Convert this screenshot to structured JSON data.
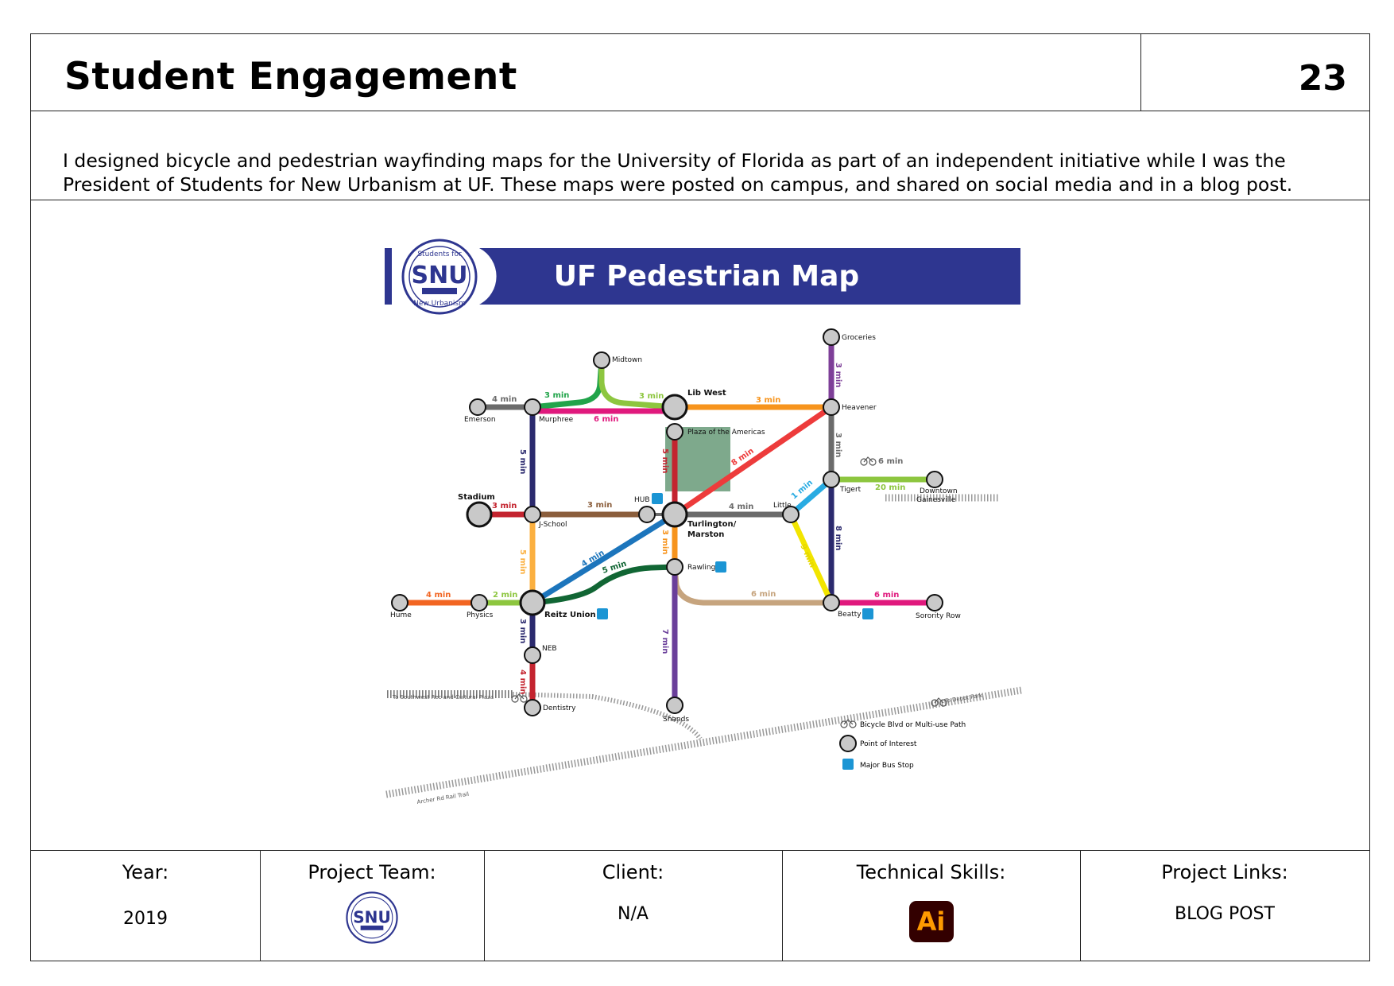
{
  "header": {
    "title": "Student Engagement",
    "page_number": "23"
  },
  "description": "I designed bicycle and pedestrian wayfinding maps for the University of Florida as part of an independent initiative while I was the President of Students for New Urbanism at UF. These maps were posted on campus, and shared on social media and in a blog post.",
  "map": {
    "banner_title": "UF Pedestrian Map",
    "logo": {
      "text": "SNU",
      "top_text": "Students for",
      "bottom_text": "New Urbanism"
    },
    "stations": {
      "groceries": "Groceries",
      "midtown": "Midtown",
      "lib_west": "Lib West",
      "emerson": "Emerson",
      "murphree": "Murphree",
      "heavener": "Heavener",
      "plaza": "Plaza of the Americas",
      "stadium": "Stadium",
      "jschool": "J-School",
      "hub": "HUB",
      "turlington1": "Turlington/",
      "turlington2": "Marston",
      "little": "Little",
      "tigert": "Tigert",
      "downtown1": "Downtown",
      "downtown2": "Gainesville",
      "rawlings": "Rawlings",
      "hume": "Hume",
      "physics": "Physics",
      "reitz": "Reitz Union",
      "beatty": "Beatty",
      "sorority": "Sorority Row",
      "neb": "NEB",
      "dentistry": "Dentistry",
      "shands": "Shands"
    },
    "times": {
      "emerson_murphree": "4 min",
      "murphree_midtown": "3 min",
      "midtown_libwest": "3 min",
      "libwest_heavener": "3 min",
      "murphree_libwest": "6 min",
      "heavener_groceries": "3 min",
      "heavener_tigert": "3 min",
      "tigert_downtown_bike": "6 min",
      "tigert_downtown": "20 min",
      "turlington_heavener": "8 min",
      "plaza_turlington": "5 min",
      "murphree_jschool": "5 min",
      "stadium_jschool": "3 min",
      "jschool_hub": "3 min",
      "turlington_little": "4 min",
      "little_tigert": "1 min",
      "tigert_beatty": "8 min",
      "little_beatty": "9 min",
      "jschool_reitz": "5 min",
      "reitz_turlington": "4 min",
      "reitz_rawlings": "5 min",
      "turlington_rawlings": "3 min",
      "rawlings_beatty": "6 min",
      "beatty_sorority": "6 min",
      "hume_physics": "4 min",
      "physics_reitz": "2 min",
      "reitz_neb": "3 min",
      "neb_dentistry": "4 min",
      "rawlings_shands": "7 min"
    },
    "trails": {
      "southwest": "To Southwest Rec and Cultural Plaza",
      "depot": "To Depot Park",
      "archer": "Archer Rd Rail Trail"
    },
    "legend": {
      "bike": "Bicycle Blvd or Multi-use Path",
      "poi": "Point of Interest",
      "bus": "Major Bus Stop"
    }
  },
  "footer": {
    "year": {
      "label": "Year:",
      "value": "2019"
    },
    "team": {
      "label": "Project Team:"
    },
    "client": {
      "label": "Client:",
      "value": "N/A"
    },
    "skills": {
      "label": "Technical Skills:",
      "icon_text": "Ai"
    },
    "links": {
      "label": "Project Links:",
      "value": "BLOG POST"
    }
  },
  "colors": {
    "banner": "#2e3690",
    "logo_blue": "#2e3690",
    "plaza_green": "#7ea98c",
    "gray": "#6b6b6b",
    "navy": "#2b2a6e",
    "green": "#21a44a",
    "lime": "#8dc63f",
    "magenta": "#e0197d",
    "orange": "#f7941d",
    "purple": "#7e3f98",
    "red": "#ed3b3b",
    "crimson": "#c4242f",
    "brown": "#8b5e3c",
    "light_orange": "#fbb040",
    "blue": "#1c75bc",
    "dark_green": "#116634",
    "sky": "#29abe2",
    "yellow": "#f2e500",
    "tan": "#c6a47e",
    "deep_orange": "#f26522",
    "violet": "#6a3f9a",
    "bus": "#1b95d4",
    "ai_bg": "#330000",
    "ai_fg": "#ff9a00"
  }
}
